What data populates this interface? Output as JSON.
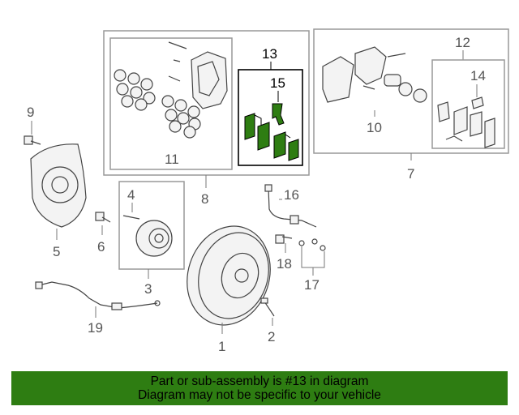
{
  "callouts": {
    "c1": "1",
    "c2": "2",
    "c3": "3",
    "c4": "4",
    "c5": "5",
    "c6": "6",
    "c7": "7",
    "c8": "8",
    "c9": "9",
    "c10": "10",
    "c11": "11",
    "c12": "12",
    "c13": "13",
    "c14": "14",
    "c15": "15",
    "c16": "16",
    "c17": "17",
    "c18": "18",
    "c19": "19"
  },
  "highlight_color": "#2e7d12",
  "banner": {
    "line1": "Part or sub-assembly is #13 in diagram",
    "line2": "Diagram may not be specific to your vehicle"
  }
}
